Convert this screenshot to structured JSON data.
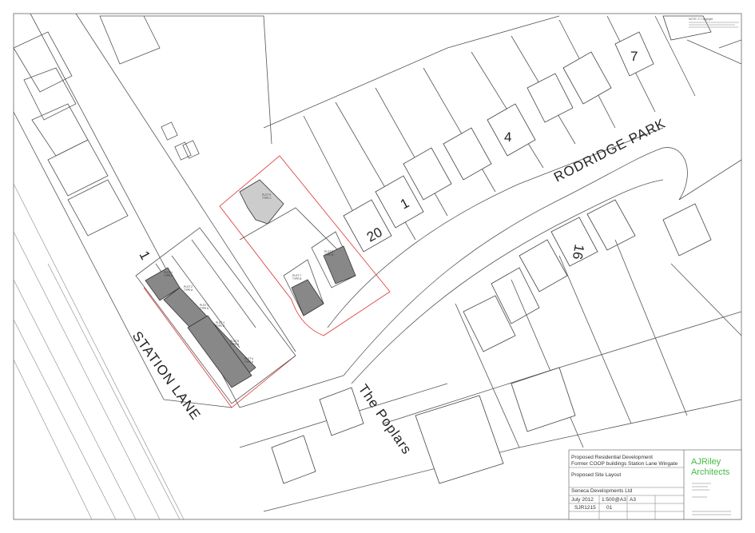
{
  "drawing": {
    "streets": {
      "station_lane": "STATION LANE",
      "rodridge_park": "RODRIDGE PARK",
      "the_poplars": "The Poplars"
    },
    "house_numbers": [
      "7",
      "4",
      "1",
      "20",
      "16",
      "1"
    ],
    "plots": [
      {
        "plot": "PLOT 1",
        "type": "TYPE A"
      },
      {
        "plot": "PLOT 2",
        "type": "TYPE A"
      },
      {
        "plot": "PLOT 3",
        "type": "TYPE A"
      },
      {
        "plot": "PLOT 4",
        "type": "TYPE A"
      },
      {
        "plot": "PLOT 5",
        "type": "TYPE A"
      },
      {
        "plot": "PLOT 6",
        "type": "TYPE A"
      },
      {
        "plot": "PLOT 7",
        "type": "TYPE B"
      },
      {
        "plot": "PLOT 8",
        "type": "TYPE B"
      },
      {
        "plot": "PLOT 9",
        "type": "TYPE C"
      }
    ],
    "colors": {
      "boundary": "#dd3333",
      "architect_brand": "#44bb44",
      "proposed_fill": "#888888"
    }
  },
  "title_block": {
    "project_line1": "Proposed Residential Development",
    "project_line2": "Former COOP buildings Station Lane Wingate",
    "drawing_title": "Proposed Site Layout",
    "client": "Seneca Developments Ltd",
    "date": "July 2012",
    "scale": "1:500@A3",
    "size": "A3",
    "drawing_no": "SJR1215",
    "revision": "01",
    "architect_line1": "AJRiley",
    "architect_line2": "Architects"
  },
  "note": {
    "copyright": "NOTE: © Copyright"
  }
}
